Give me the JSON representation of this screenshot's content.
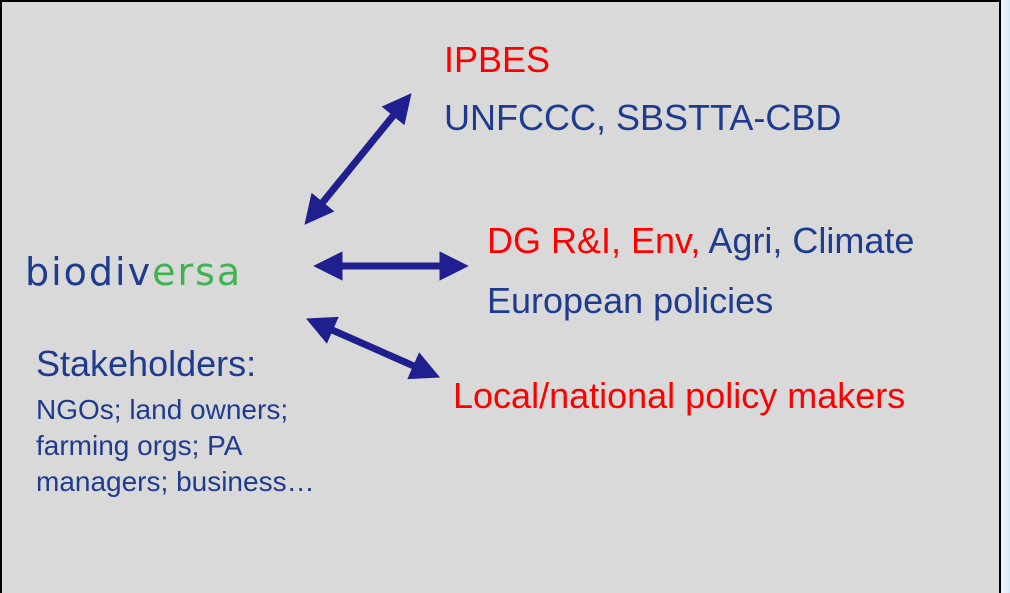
{
  "nodes": {
    "ipbes": "IPBES",
    "unfccc": "UNFCCC, SBSTTA-CBD",
    "dg_red": "DG R&I, Env,",
    "dg_blue": " Agri, Climate",
    "european": "European policies",
    "local": "Local/national policy makers",
    "stakeholders_title": "Stakeholders:",
    "stakeholders_list": "NGOs; land owners; farming orgs; PA managers; business…"
  },
  "logo": {
    "part1": "biodiv",
    "part2": "ersa"
  },
  "colors": {
    "red": "#ff0000",
    "blue": "#1f3b8f",
    "arrow": "#1f1f8f",
    "background": "#d9d9d9",
    "logo_accent": "#3fb34f"
  }
}
